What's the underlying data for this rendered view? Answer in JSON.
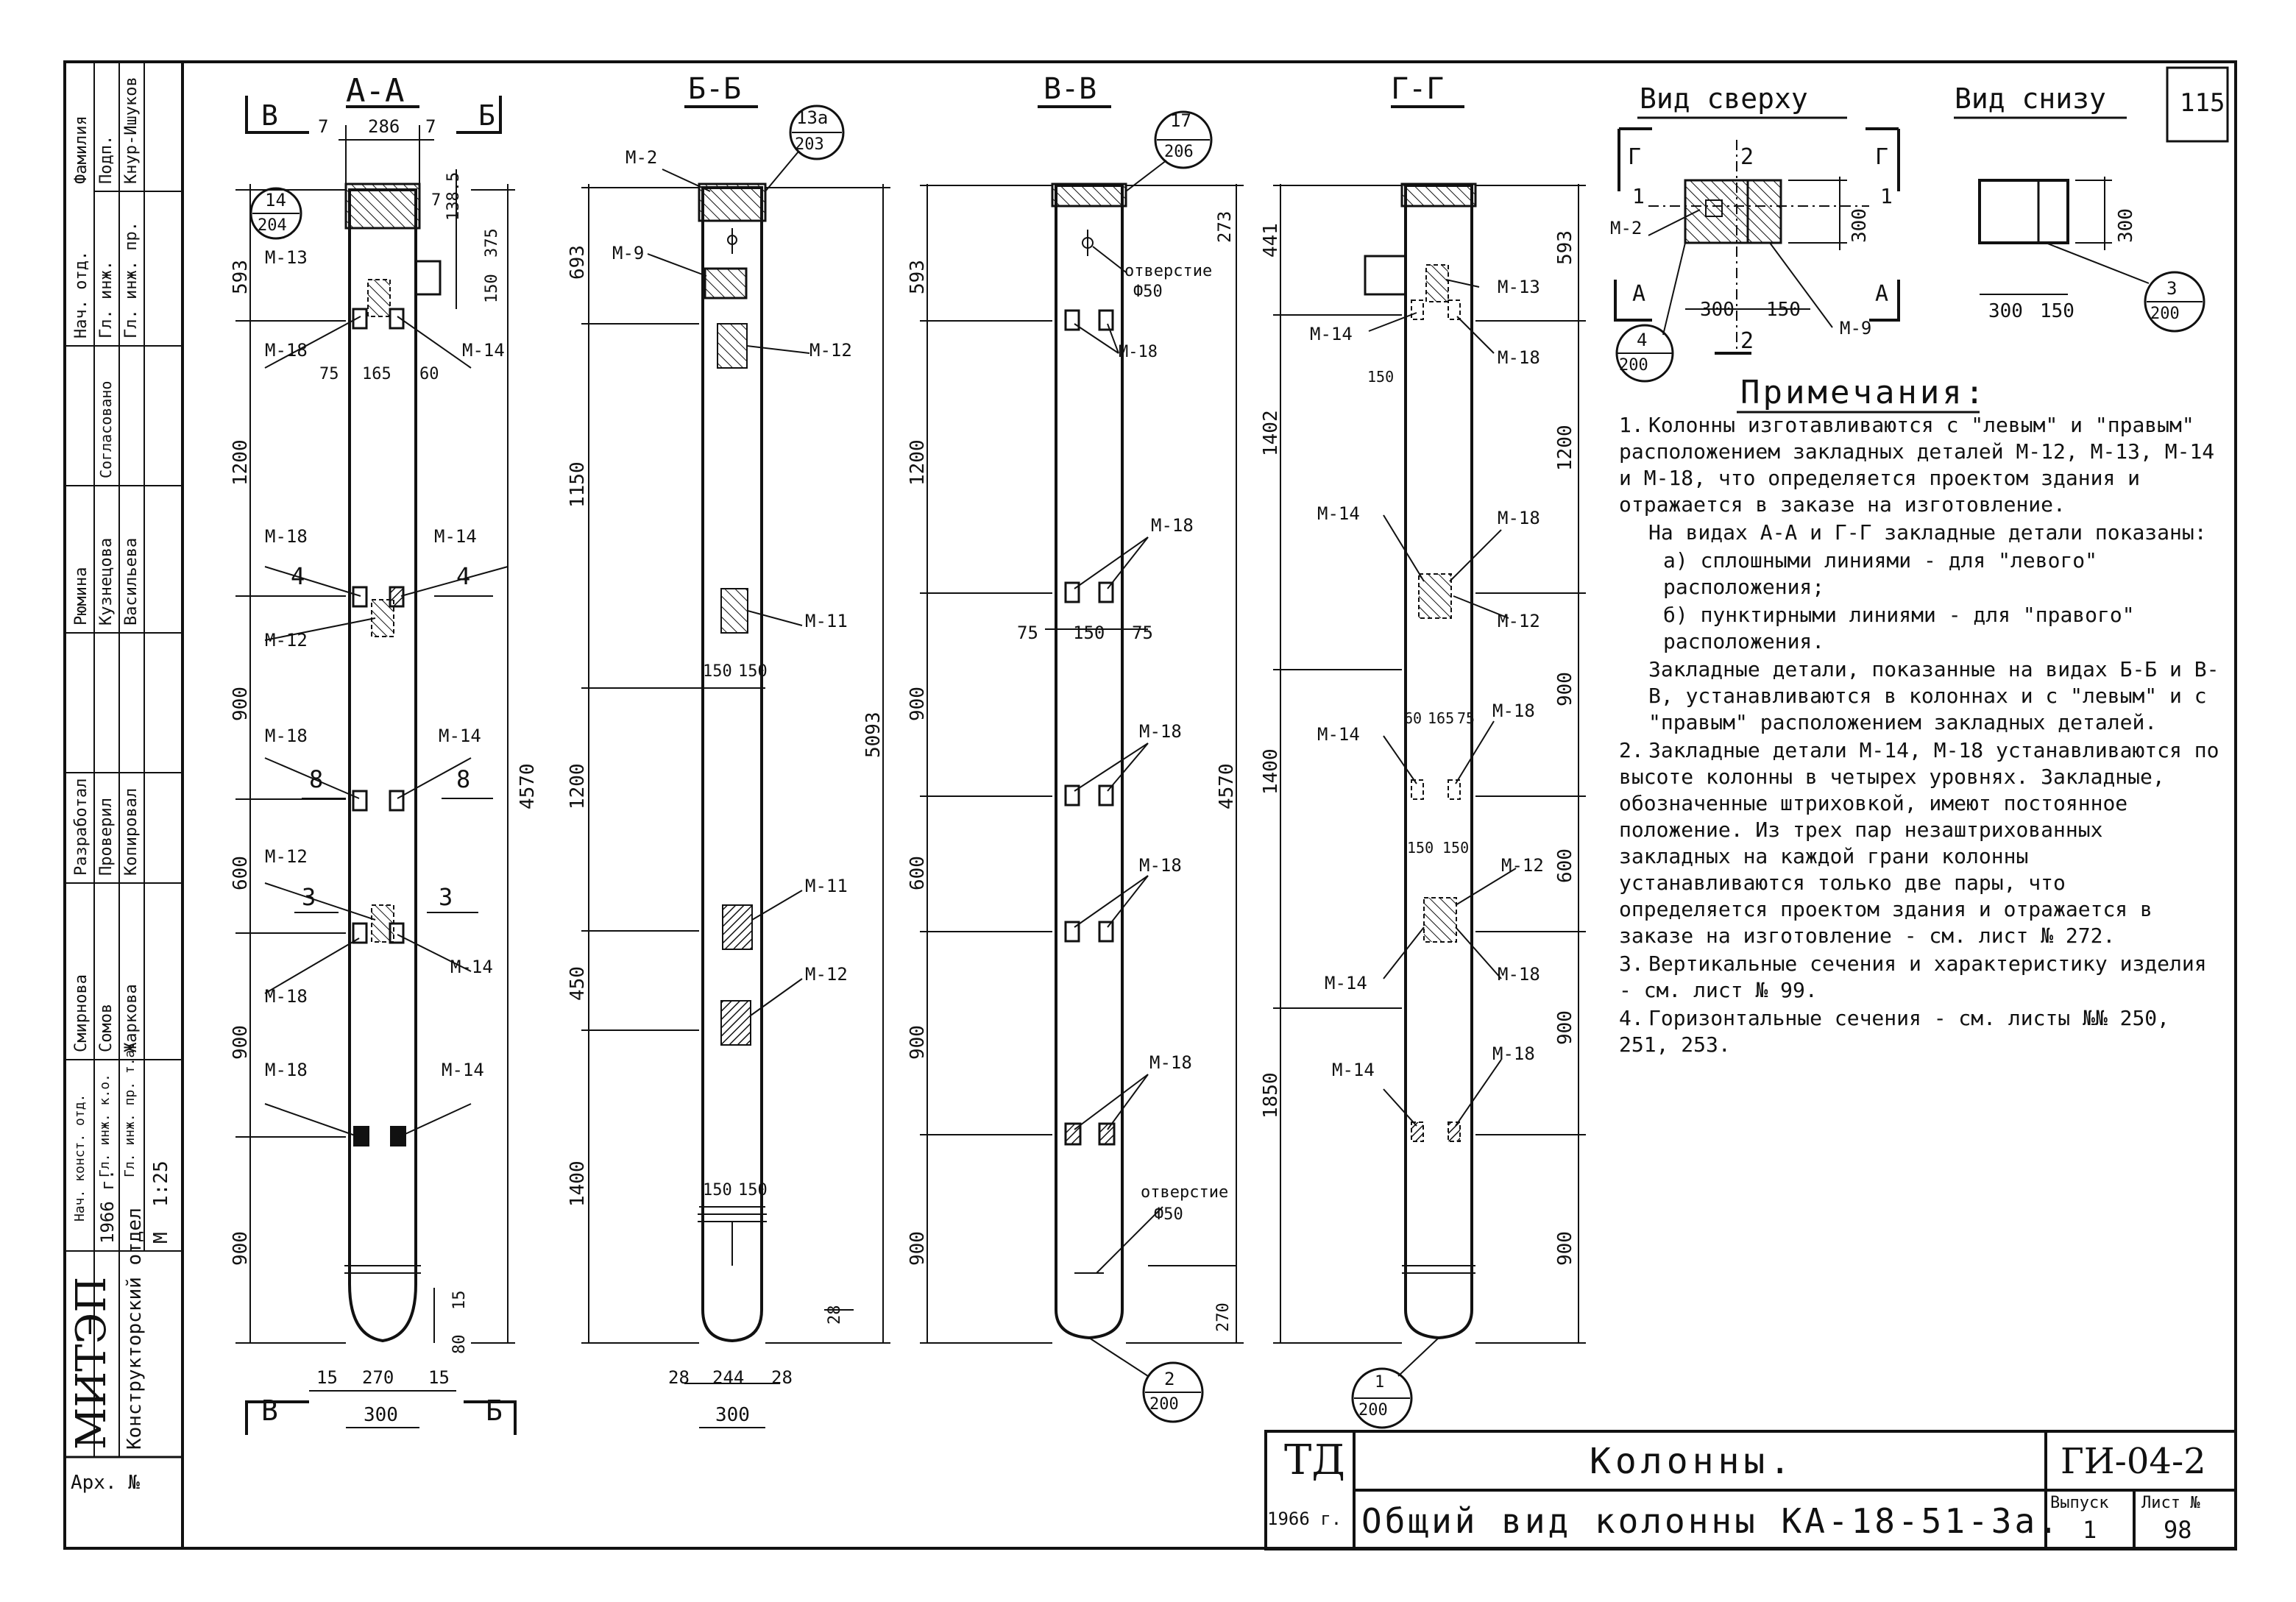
{
  "sheet_number": "115",
  "sections": [
    {
      "title": "А-А",
      "dims_top": [
        "7",
        "286",
        "7"
      ],
      "dims_bottom": [
        "15",
        "270",
        "15"
      ],
      "width_bottom": "300",
      "total_height": "4570",
      "callout": {
        "num": "14",
        "sheet": "204"
      }
    },
    {
      "title": "Б-Б",
      "dims_bottom": [
        "28",
        "244",
        "28"
      ],
      "width_bottom": "300",
      "total_height": "5093",
      "callout": {
        "num": "13а",
        "sheet": "203"
      }
    },
    {
      "title": "В-В",
      "total_height": "4570",
      "callout": {
        "num": "17",
        "sheet": "206"
      },
      "callout_bottom": {
        "num": "2",
        "sheet": "200"
      }
    },
    {
      "title": "Г-Г",
      "callout_bottom": {
        "num": "1",
        "sheet": "200"
      }
    }
  ],
  "section_markers": {
    "b_top": "В",
    "b_right": "Б",
    "b_bottom": "В",
    "b_bottom_right": "Б"
  },
  "aa": {
    "dims_left": [
      "593",
      "1200",
      "900",
      "600",
      "900",
      "900"
    ],
    "dims_right": [
      "138.5",
      "375",
      "150",
      "80",
      "15",
      "7"
    ],
    "bottom_width": "300",
    "spacing": [
      "75",
      "165",
      "60"
    ],
    "labels": [
      "М-13",
      "М-18",
      "М-14",
      "М-18",
      "М-14",
      "М-12",
      "М-18",
      "М-14",
      "М-12",
      "М-18",
      "М-14",
      "М-18",
      "М-14"
    ],
    "section_marks": [
      "4",
      "4",
      "8",
      "8",
      "3",
      "3"
    ]
  },
  "bb": {
    "dims_left": [
      "693",
      "1150",
      "1200",
      "450",
      "1400"
    ],
    "labels": [
      "М-2",
      "М-9",
      "М-12",
      "М-11",
      "М-11",
      "М-12"
    ],
    "spacing": [
      "150",
      "150"
    ],
    "spacing2": [
      "150",
      "150"
    ],
    "dim_28": "28",
    "dim_right": "5093"
  },
  "vv": {
    "dims_left": [
      "593",
      "1200",
      "900",
      "600",
      "900",
      "900"
    ],
    "dims_right": [
      "273"
    ],
    "labels": [
      "отверстие",
      "Ф50",
      "М-18",
      "М-18",
      "М-18",
      "М-18",
      "М-18",
      "отверстие",
      "Ф50"
    ],
    "spacing": [
      "75",
      "150",
      "75"
    ],
    "dim_270": "270"
  },
  "gg": {
    "dims_left": [
      "441",
      "1402",
      "1400",
      "1850"
    ],
    "dims_right": [
      "593",
      "1200",
      "900",
      "600",
      "900",
      "900"
    ],
    "labels": [
      "М-13",
      "М-14",
      "М-18",
      "М-14",
      "М-18",
      "М-12",
      "М-14",
      "М-18",
      "М-12",
      "М-14",
      "М-18",
      "М-14",
      "М-18"
    ],
    "small_dims": [
      "150",
      "60",
      "165",
      "75",
      "150",
      "150"
    ]
  },
  "top_view": {
    "title": "Вид сверху",
    "labels": [
      "Г",
      "Г",
      "2",
      "1",
      "1",
      "М-2",
      "А",
      "А",
      "М-9",
      "2"
    ],
    "dims": [
      "300",
      "150",
      "300"
    ],
    "callout": {
      "num": "4",
      "sheet": "200"
    }
  },
  "bottom_view": {
    "title": "Вид снизу",
    "dims": [
      "300",
      "150",
      "300"
    ],
    "callout": {
      "num": "3",
      "sheet": "200"
    }
  },
  "notes": {
    "title": "Примечания:",
    "items": [
      {
        "num": "1.",
        "text": "Колонны изготавливаются с \"левым\" и \"правым\" расположением закладных деталей М-12, М-13, М-14 и М-18, что определяется проектом здания и отражается в заказе на изготовление."
      },
      {
        "num": "",
        "text": "На видах А-А и Г-Г закладные детали показаны:"
      },
      {
        "num": "",
        "text": "а) сплошными линиями - для \"левого\" расположения;"
      },
      {
        "num": "",
        "text": "б) пунктирными линиями - для \"правого\" расположения."
      },
      {
        "num": "",
        "text": "Закладные детали, показанные на видах Б-Б и В-В, устанавливаются в колоннах и с \"левым\" и с \"правым\" расположением закладных деталей."
      },
      {
        "num": "2.",
        "text": "Закладные детали М-14, М-18 устанавливаются по высоте колонны в четырех уровнях. Закладные, обозначенные штриховкой, имеют постоянное положение. Из трех пар незаштрихованных закладных на каждой грани колонны устанавливаются только две пары, что определяется проектом здания и отражается в заказе на изготовление - см. лист № 272."
      },
      {
        "num": "3.",
        "text": "Вертикальные сечения и характеристику изделия - см. лист № 99."
      },
      {
        "num": "4.",
        "text": "Горизонтальные сечения - см. листы №№ 250, 251, 253."
      }
    ]
  },
  "stamp": {
    "org": "МИТЭП",
    "dept": "Конструкторский отдел",
    "rows": [
      {
        "role": "Фамилия",
        "name": "Подп."
      },
      {
        "role": "Нач. отд.",
        "name": "Кнур-Ишуков"
      },
      {
        "role": "Гл. инж.",
        "name": ""
      },
      {
        "role": "Гл. инж. пр.",
        "name": ""
      },
      {
        "role": "Согласовано",
        "name": ""
      },
      {
        "role": "Кузнецова",
        "name": "Рюмина"
      },
      {
        "role": "Васильева",
        "name": ""
      },
      {
        "role": "Разработал",
        "name": ""
      },
      {
        "role": "Проверил",
        "name": ""
      },
      {
        "role": "Копировал",
        "name": ""
      },
      {
        "role": "Смирнова",
        "name": "Сомов"
      },
      {
        "role": "Жаркова",
        "name": ""
      },
      {
        "role": "Нач. конст. отд.",
        "name": ""
      },
      {
        "role": "Гл. инж. к.о.",
        "name": ""
      },
      {
        "role": "Гл. инж. пр. т.а.",
        "name": ""
      }
    ],
    "year": "1966 г.",
    "scale_label": "М",
    "scale": "1:25",
    "archive": "Арх. №"
  },
  "title_block": {
    "org_short": "ТД",
    "year": "1966 г.",
    "title": "Колонны.",
    "subtitle": "Общий вид колонны КА-18-51-3а.",
    "series": "ГИ-04-2",
    "issue_label": "Выпуск",
    "issue": "1",
    "sheet_label": "Лист №",
    "sheet": "98"
  }
}
